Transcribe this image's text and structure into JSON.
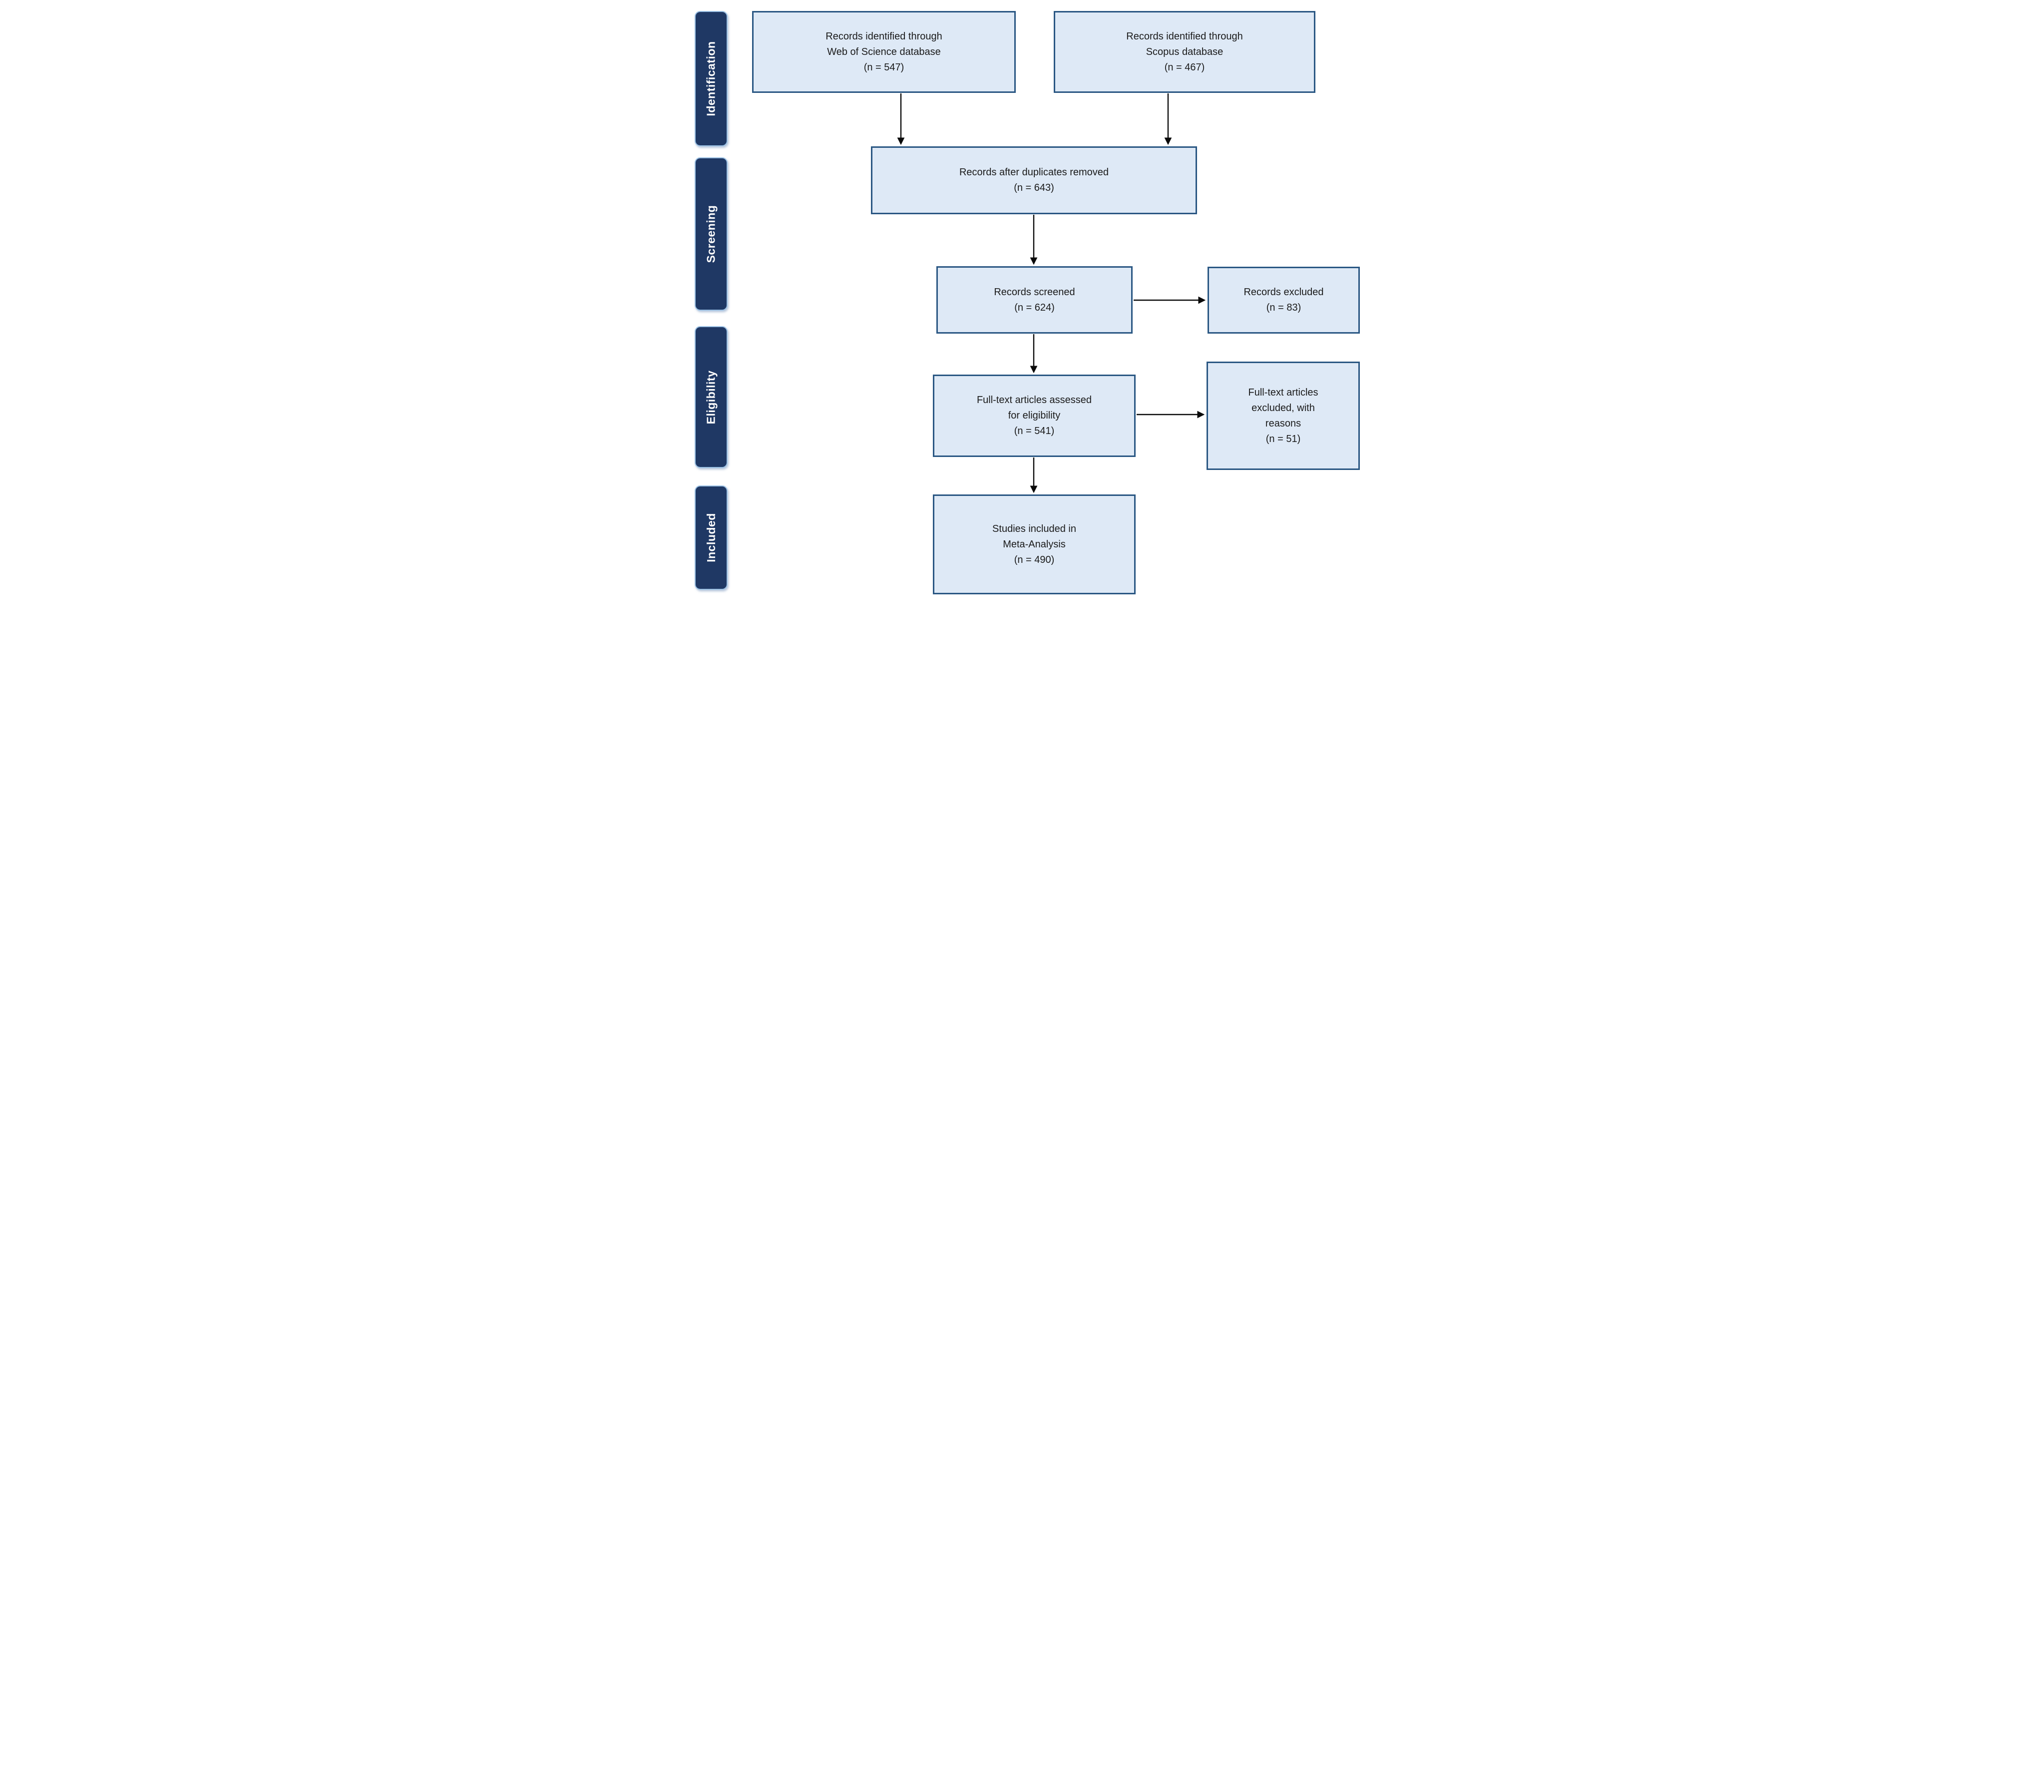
{
  "colors": {
    "box_fill": "#DEE9F6",
    "box_border": "#2A5783",
    "stage_fill": "#1F3864",
    "stage_border": "#9CC2E5",
    "arrow": "#0A0A0A",
    "text": "#1A1A1A",
    "stage_text": "#FFFFFF"
  },
  "stages": [
    {
      "label": "Identification"
    },
    {
      "label": "Screening"
    },
    {
      "label": "Eligibility"
    },
    {
      "label": "Included"
    }
  ],
  "boxes": [
    {
      "id": "wos",
      "text": "Records identified through\nWeb of Science database\n(n = 547)"
    },
    {
      "id": "scopus",
      "text": "Records identified through\nScopus database\n(n = 467)"
    },
    {
      "id": "duplicates",
      "text": "Records after duplicates removed\n(n = 643)"
    },
    {
      "id": "screened",
      "text": "Records screened\n(n = 624)"
    },
    {
      "id": "excluded",
      "text": "Records excluded\n(n = 83)"
    },
    {
      "id": "fulltext",
      "text": "Full-text articles assessed\nfor eligibility\n(n = 541)"
    },
    {
      "id": "ft_excluded",
      "text": "Full-text articles\nexcluded, with\nreasons\n(n = 51)"
    },
    {
      "id": "included",
      "text": "Studies included in\nMeta-Analysis\n(n = 490)"
    }
  ]
}
